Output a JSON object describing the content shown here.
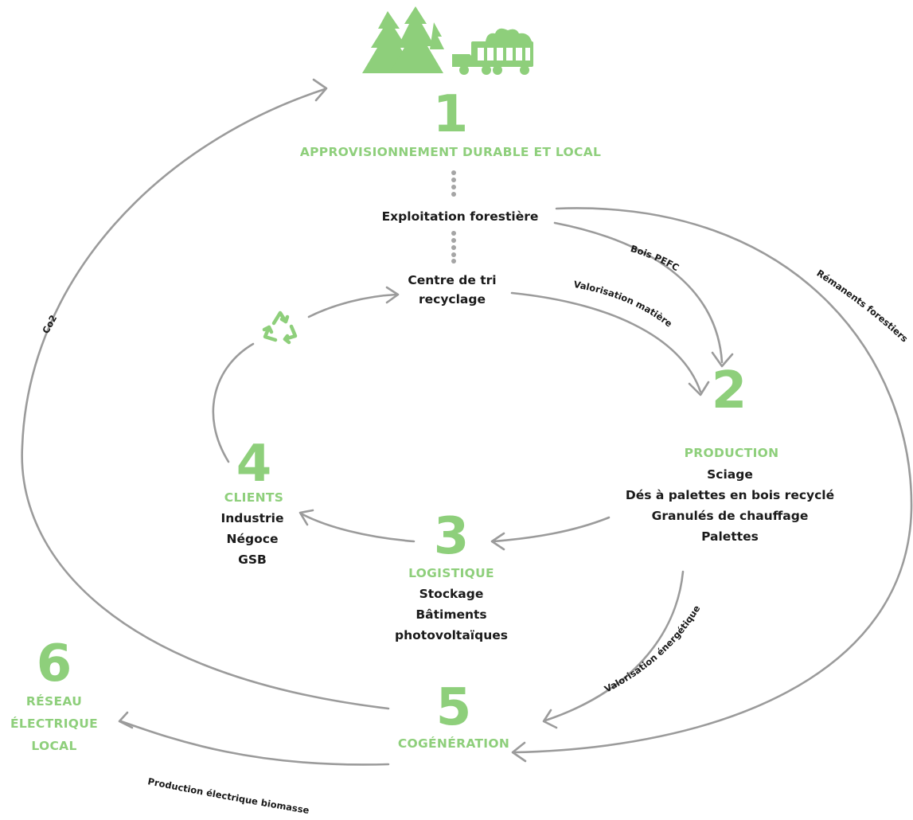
{
  "colors": {
    "accent": "#8ecf7b",
    "flow": "#9b9b9b",
    "text": "#1a1a1a",
    "dots": "#a5a5a5"
  },
  "icons": [
    "forest-icon",
    "log-truck-icon",
    "recycle-icon"
  ],
  "steps": {
    "s1": {
      "number": "1",
      "title": "APPROVISIONNEMENT DURABLE ET LOCAL"
    },
    "s2": {
      "number": "2",
      "title": "PRODUCTION",
      "items": [
        "Sciage",
        "Dés à palettes en bois recyclé",
        "Granulés de chauffage",
        "Palettes"
      ]
    },
    "s3": {
      "number": "3",
      "title": "LOGISTIQUE",
      "items": [
        "Stockage",
        "Bâtiments",
        "photovoltaïques"
      ]
    },
    "s4": {
      "number": "4",
      "title": "CLIENTS",
      "items": [
        "Industrie",
        "Négoce",
        "GSB"
      ]
    },
    "s5": {
      "number": "5",
      "title": "COGÉNÉRATION"
    },
    "s6": {
      "number": "6",
      "title_lines": [
        "RÉSEAU",
        "ÉLECTRIQUE",
        "LOCAL"
      ]
    }
  },
  "nodes": {
    "exploitation": "Exploitation forestière",
    "centre_tri": [
      "Centre de tri",
      "recyclage"
    ]
  },
  "edges": {
    "co2": "Co2",
    "bois_pefc": "Bois PEFC",
    "valorisation_matiere": "Valorisation matière",
    "remanents": "Rémanents forestiers",
    "valorisation_energetique": "Valorisation énergétique",
    "production_electrique": "Production électrique biomasse"
  }
}
